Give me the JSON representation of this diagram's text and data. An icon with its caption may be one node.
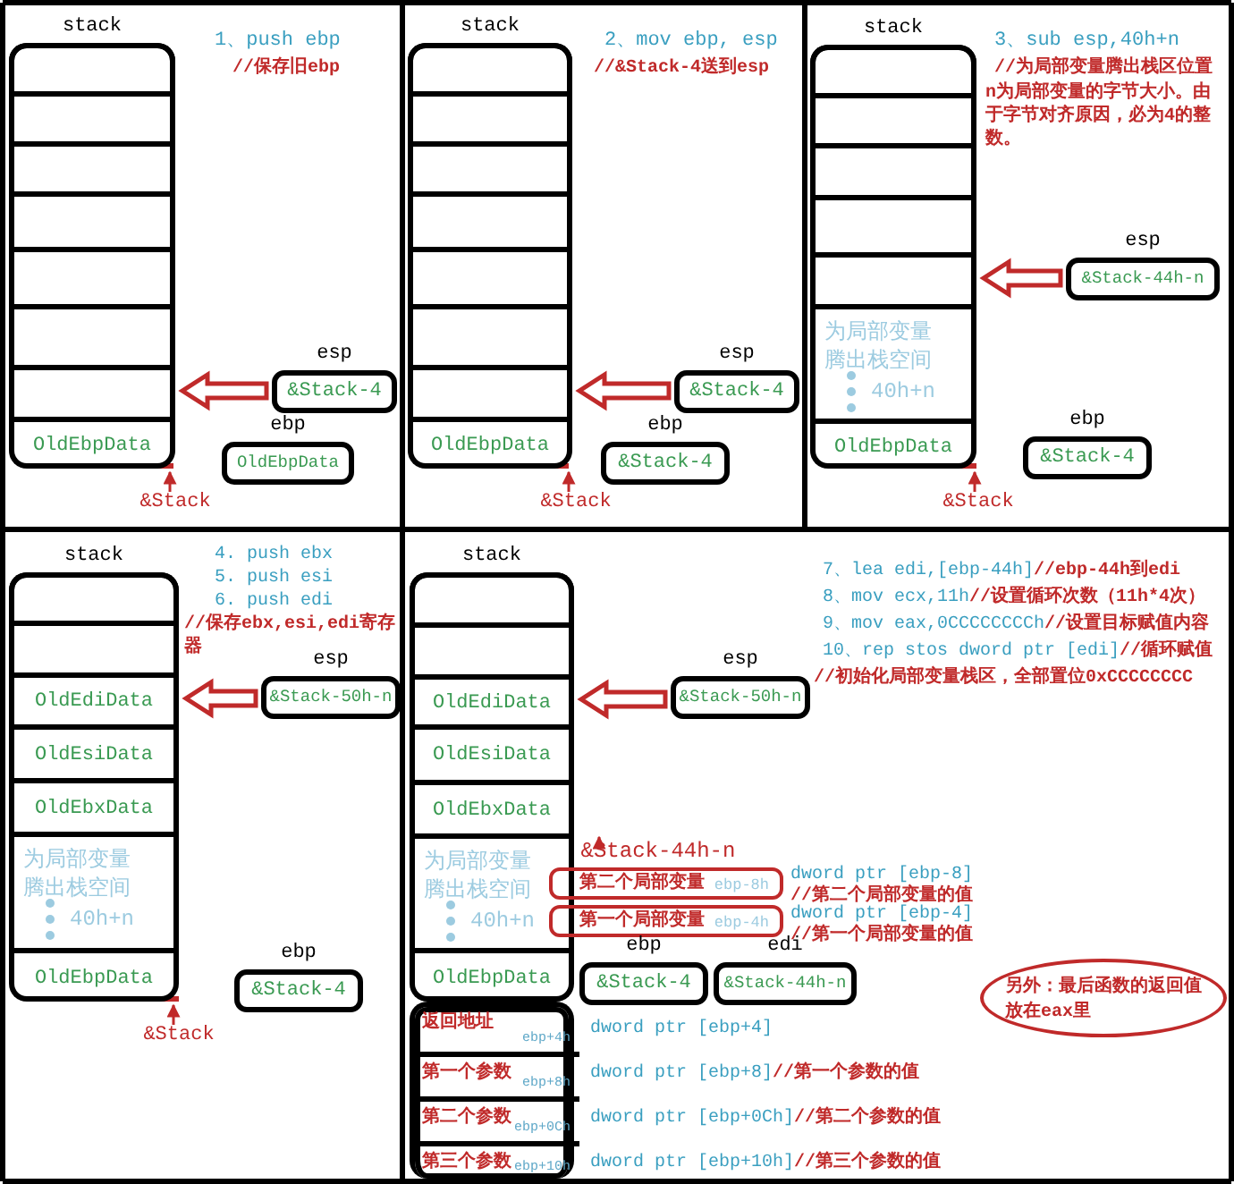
{
  "diagram": {
    "nodes": [
      {
        "text": [
          "stack"
        ]
      },
      {
        "text": [],
        "shape": "box",
        "in": 0
      },
      {
        "text": [],
        "shape": "box",
        "in": 0
      },
      {
        "text": [],
        "shape": "box",
        "in": 0
      },
      {
        "text": [],
        "shape": "box",
        "in": 0
      },
      {
        "text": [],
        "shape": "box",
        "in": 0
      },
      {
        "text": [],
        "shape": "box",
        "in": 0
      },
      {
        "text": [],
        "shape": "box",
        "in": 0
      },
      {
        "text": [
          "OldEbpData"
        ],
        "in": 0
      },
      {
        "text": [
          "esp",
          "&Stack-4"
        ]
      },
      {
        "text": [
          "ebp",
          "OldEbpData"
        ]
      },
      {
        "text": [
          "&Stack"
        ]
      },
      {
        "text": [
          "stack"
        ]
      },
      {
        "text": [],
        "shape": "box",
        "in": 12
      },
      {
        "text": [],
        "shape": "box",
        "in": 12
      },
      {
        "text": [],
        "shape": "box",
        "in": 12
      },
      {
        "text": [],
        "shape": "box",
        "in": 12
      },
      {
        "text": [],
        "shape": "box",
        "in": 12
      },
      {
        "text": [],
        "shape": "box",
        "in": 12
      },
      {
        "text": [],
        "shape": "box",
        "in": 12
      },
      {
        "text": [
          "OldEbpData"
        ],
        "in": 12
      },
      {
        "text": [
          "esp",
          "&Stack-4"
        ]
      },
      {
        "text": [
          "ebp",
          "&Stack-4"
        ]
      },
      {
        "text": [
          "&Stack"
        ]
      },
      {
        "text": [
          "stack"
        ]
      },
      {
        "text": [],
        "shape": "box",
        "in": 24
      },
      {
        "text": [],
        "shape": "box",
        "in": 24
      },
      {
        "text": [],
        "shape": "box",
        "in": 24
      },
      {
        "text": [],
        "shape": "box",
        "in": 24
      },
      {
        "text": [],
        "shape": "box",
        "in": 24
      },
      {
        "text": [
          "为局部变量腾出栈空间",
          "40h+n"
        ],
        "in": 24
      },
      {
        "text": [
          "OldEbpData"
        ],
        "in": 24
      },
      {
        "text": [
          "esp",
          "&Stack-44h-n"
        ]
      },
      {
        "text": [
          "ebp",
          "&Stack-4"
        ]
      },
      {
        "text": [
          "&Stack"
        ]
      },
      {
        "text": [
          "stack"
        ]
      },
      {
        "text": [],
        "shape": "box",
        "in": 35
      },
      {
        "text": [],
        "shape": "box",
        "in": 35
      },
      {
        "text": [
          "OldEdiData"
        ],
        "in": 35
      },
      {
        "text": [
          "OldEsiData"
        ],
        "in": 35
      },
      {
        "text": [
          "OldEbxData"
        ],
        "in": 35
      },
      {
        "text": [
          "为局部变量腾出栈空间",
          "40h+n"
        ],
        "in": 35
      },
      {
        "text": [
          "OldEbpData"
        ],
        "in": 35
      },
      {
        "text": [
          "esp",
          "&Stack-50h-n"
        ]
      },
      {
        "text": [
          "ebp",
          "&Stack-4"
        ]
      },
      {
        "text": [
          "&Stack"
        ]
      },
      {
        "text": [
          "stack"
        ]
      },
      {
        "text": [],
        "shape": "box",
        "in": 46
      },
      {
        "text": [],
        "shape": "box",
        "in": 46
      },
      {
        "text": [
          "OldEdiData"
        ],
        "in": 46
      },
      {
        "text": [
          "OldEsiData"
        ],
        "in": 46
      },
      {
        "text": [
          "OldEbxData"
        ],
        "in": 46
      },
      {
        "text": [
          "为局部变量腾出栈空间",
          "40h+n"
        ],
        "in": 46
      },
      {
        "text": [
          "OldEbpData"
        ],
        "in": 46
      },
      {
        "text": [
          "esp",
          "&Stack-50h-n"
        ]
      },
      {
        "text": [
          "&Stack-44h-n"
        ]
      },
      {
        "text": [
          "第二个局部变量",
          "ebp-8h"
        ],
        "beside": [
          "dword ptr [ebp-8]",
          "//第二个局部变量的值"
        ]
      },
      {
        "text": [
          "第一个局部变量",
          "ebp-4h"
        ],
        "beside": [
          "dword ptr [ebp-4]",
          "//第一个局部变量的值"
        ]
      },
      {
        "text": [
          "ebp",
          "&Stack-4"
        ]
      },
      {
        "text": [
          "edi",
          "&Stack-44h-n"
        ]
      },
      {
        "text": [
          "另外：最后函数的返回值放在eax里"
        ]
      },
      {
        "text": [],
        "shape": "box"
      },
      {
        "text": [
          "返回地址",
          "ebp+4h"
        ],
        "in": 61,
        "beside": [
          "dword ptr [ebp+4]"
        ]
      },
      {
        "text": [
          "第一个参数",
          "ebp+8h"
        ],
        "in": 61,
        "beside": [
          "dword ptr [ebp+8]",
          "//第一个参数的值"
        ]
      },
      {
        "text": [
          "第二个参数",
          "ebp+0Ch"
        ],
        "in": 61,
        "beside": [
          "dword ptr [ebp+0Ch]",
          "//第二个参数的值"
        ]
      },
      {
        "text": [
          "第三个参数",
          "ebp+10h"
        ],
        "in": 61,
        "beside": [
          "dword ptr [ebp+10h]",
          "//第三个参数的值"
        ]
      }
    ],
    "edges": [
      {
        "from": 9,
        "to": 7,
        "arrow": "to",
        "style": "thick"
      },
      {
        "from": 11,
        "to": 8,
        "arrow": "to"
      },
      {
        "from": 21,
        "to": 19,
        "arrow": "to",
        "style": "thick"
      },
      {
        "from": 23,
        "to": 20,
        "arrow": "to"
      },
      {
        "from": 32,
        "to": 29,
        "arrow": "to",
        "style": "thick"
      },
      {
        "from": 34,
        "to": 31,
        "arrow": "to"
      },
      {
        "from": 43,
        "to": 38,
        "arrow": "to",
        "style": "thick"
      },
      {
        "from": 45,
        "to": 42,
        "arrow": "to"
      },
      {
        "from": 54,
        "to": 49,
        "arrow": "to",
        "style": "thick"
      },
      {
        "from": 55,
        "to": 52,
        "arrow": "to"
      }
    ],
    "labels": [
      "1、push ebp",
      "//保存旧ebp",
      "2、mov ebp, esp",
      "//&Stack-4送到esp",
      "3、sub esp,40h+n",
      "//为局部变量腾出栈区位置",
      "n为局部变量的字节大小。由于字节对齐原因，必为4的整数。",
      "4. push ebx",
      "5. push esi",
      "6. push edi",
      "//保存ebx,esi,edi寄存器",
      "7、lea edi,[ebp-44h]",
      "//ebp-44h到edi",
      "8、mov ecx,11h",
      "//设置循环次数（11h*4次）",
      "9、mov eax,0CCCCCCCCh",
      "//设置目标赋值内容",
      "10、rep stos dword ptr [edi]",
      "//循环赋值",
      "//初始化局部变量栈区，全部置位0xCCCCCCCC"
    ]
  }
}
